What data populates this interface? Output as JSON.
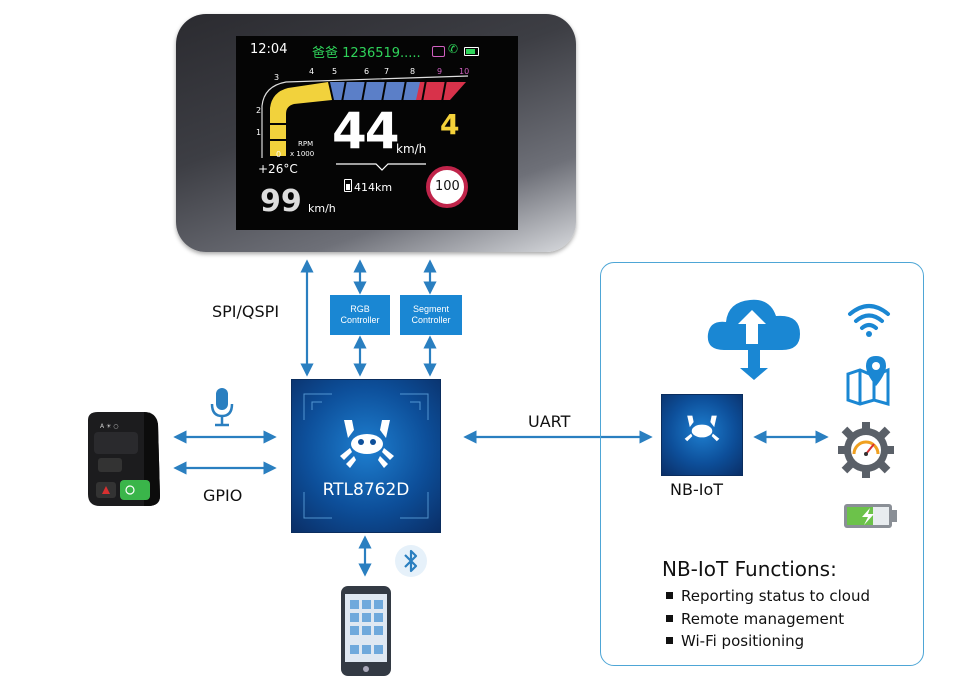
{
  "dashboard": {
    "time": "12:04",
    "caller": "爸爸 1236519.....",
    "rpm_ticks": [
      "1",
      "2",
      "3",
      "4",
      "5",
      "6",
      "7",
      "8",
      "9",
      "10"
    ],
    "rpm_zero": "0",
    "rpm_label": "RPM",
    "rpm_multiplier": "x 1000",
    "speed": "44",
    "speed_unit": "km/h",
    "gear": "4",
    "temperature": "+26°C",
    "range": "414km",
    "limit": "100",
    "avg_speed": "99",
    "avg_unit": "km/h"
  },
  "labels": {
    "spi": "SPI/QSPI",
    "rgb": "RGB Controller",
    "segment": "Segment Controller",
    "uart": "UART",
    "gpio": "GPIO",
    "chip": "RTL8762D",
    "nbiot": "NB-IoT"
  },
  "nbiot_functions": {
    "title": "NB-IoT Functions:",
    "items": [
      "Reporting status to cloud",
      "Remote management",
      "Wi-Fi positioning"
    ]
  },
  "icons": [
    "microphone-icon",
    "bluetooth-icon",
    "cloud-sync-icon",
    "wifi-icon",
    "map-pin-icon",
    "gear-gauge-icon",
    "battery-charging-icon",
    "smartphone-icon",
    "handlebar-switch-icon"
  ],
  "colors": {
    "accent": "#1a87d3",
    "arrow": "#2a7fc0",
    "panel_border": "#4ea6d6",
    "rpm_yellow": "#f2d23c",
    "rpm_blue": "#5b7fc8",
    "rpm_red": "#d8324a",
    "gear_yellow": "#f5d23a"
  }
}
